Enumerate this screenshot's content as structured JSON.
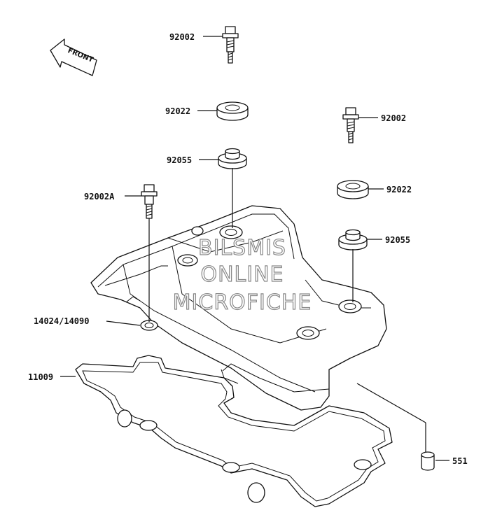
{
  "front_label": "FRONT",
  "watermark": [
    "BILSMIS",
    "ONLINE",
    "MICROFICHE"
  ],
  "callouts": {
    "bolt_top": "92002",
    "washer_top": "92022",
    "grommet_top": "92055",
    "bolt_a": "92002A",
    "cover": "14024/14090",
    "gasket": "11009",
    "bolt_right": "92002",
    "washer_right": "92022",
    "grommet_right": "92055",
    "pin": "551"
  },
  "colors": {
    "line": "#111111",
    "watermark_outline": "#888888",
    "background": "#ffffff"
  }
}
